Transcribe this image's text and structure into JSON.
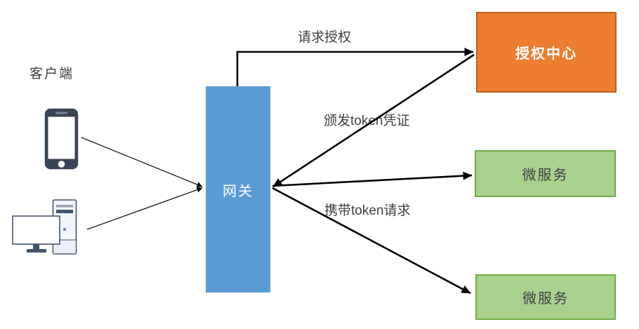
{
  "diagram": {
    "background": "#FFFFFF",
    "client": {
      "label": "客户端",
      "devices": [
        {
          "icon": "smartphone-icon"
        },
        {
          "icon": "desktop-computer-icon"
        }
      ]
    },
    "nodes": {
      "gateway": {
        "label": "网关",
        "fill": "#5B9BD5",
        "text_color": "#FFFFFF"
      },
      "auth_center": {
        "label": "授权中心",
        "fill": "#ED7D31",
        "border_color": "#C05F1E",
        "text_color": "#FFFFFF"
      },
      "microservice_top": {
        "label": "微服务",
        "fill": "#A9D18E",
        "border_color": "#70AD47",
        "text_color": "#404040"
      },
      "microservice_bottom": {
        "label": "微服务",
        "fill": "#A9D18E",
        "border_color": "#70AD47",
        "text_color": "#404040"
      }
    },
    "edges": {
      "request_auth": {
        "label": "请求授权",
        "from": "网关",
        "to": "授权中心"
      },
      "issue_token": {
        "label": "颁发token凭证",
        "from": "授权中心",
        "to": "网关"
      },
      "carry_token": {
        "label": "携带token请求",
        "from": "网关",
        "to": "微服务"
      },
      "phone_to_gateway": {
        "label": "",
        "from": "客户端",
        "to": "网关"
      },
      "pc_to_gateway": {
        "label": "",
        "from": "客户端",
        "to": "网关"
      }
    },
    "arrow_color": "#000000",
    "label_color": "#3F3F3F",
    "device_color": "#3A4454"
  }
}
